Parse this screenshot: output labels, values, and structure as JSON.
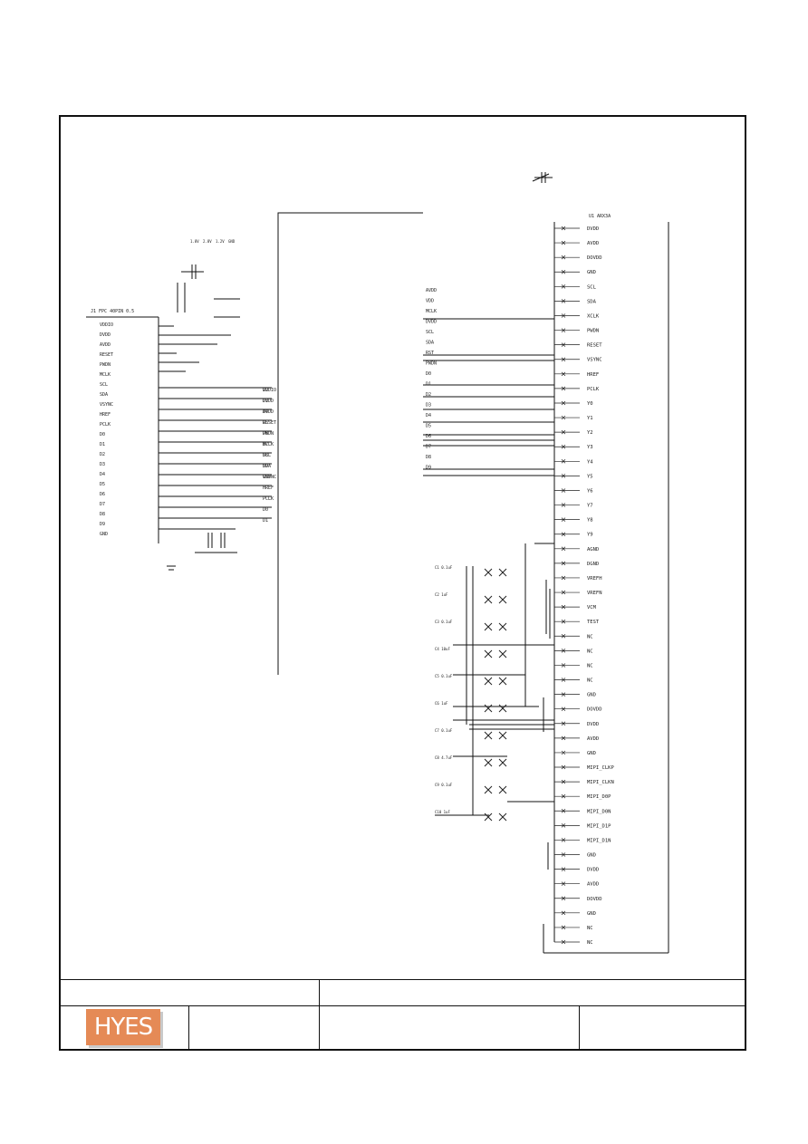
{
  "title_block": {
    "logo_text": "HYES",
    "sheet_title": "",
    "doc_name": "",
    "drawing_no": "",
    "revision": ""
  },
  "schematic": {
    "connector_label": "J1 FPC 40PIN 0.5",
    "main_component_label": "U1 ARX3A",
    "left_nets": [
      "VDDIO",
      "DVDD",
      "AVDD",
      "RESET",
      "PWDN",
      "MCLK",
      "SCL",
      "SDA",
      "VSYNC",
      "HREF",
      "PCLK",
      "D0",
      "D1",
      "D2",
      "D3",
      "D4",
      "D5",
      "D6",
      "D7",
      "D8",
      "D9",
      "GND"
    ],
    "mid_nets": [
      "AVDD",
      "VDD",
      "MCLK",
      "DVDD",
      "SCL",
      "SDA",
      "RST",
      "PWDN",
      "D0",
      "D1",
      "D2",
      "D3",
      "D4",
      "D5",
      "D6",
      "D7",
      "D8",
      "D9"
    ],
    "right_pins": [
      "DVDD",
      "AVDD",
      "DOVDD",
      "GND",
      "SCL",
      "SDA",
      "XCLK",
      "PWDN",
      "RESET",
      "VSYNC",
      "HREF",
      "PCLK",
      "Y0",
      "Y1",
      "Y2",
      "Y3",
      "Y4",
      "Y5",
      "Y6",
      "Y7",
      "Y8",
      "Y9",
      "AGND",
      "DGND",
      "VREFH",
      "VREFN",
      "VCM",
      "TEST",
      "NC",
      "NC",
      "NC",
      "NC",
      "GND",
      "DOVDD",
      "DVDD",
      "AVDD",
      "GND",
      "MIPI_CLKP",
      "MIPI_CLKN",
      "MIPI_D0P",
      "MIPI_D0N",
      "MIPI_D1P",
      "MIPI_D1N",
      "GND",
      "DVDD",
      "AVDD",
      "DOVDD",
      "GND",
      "NC",
      "NC"
    ],
    "cap_labels": [
      "C1 0.1uF",
      "C2 1uF",
      "C3 0.1uF",
      "C4 10uF",
      "C5 0.1uF",
      "C6 1uF",
      "C7 0.1uF",
      "C8 4.7uF",
      "C9 0.1uF",
      "C10 1uF"
    ],
    "small_labels": [
      "1.8V",
      "2.8V",
      "1.2V",
      "GND"
    ]
  }
}
